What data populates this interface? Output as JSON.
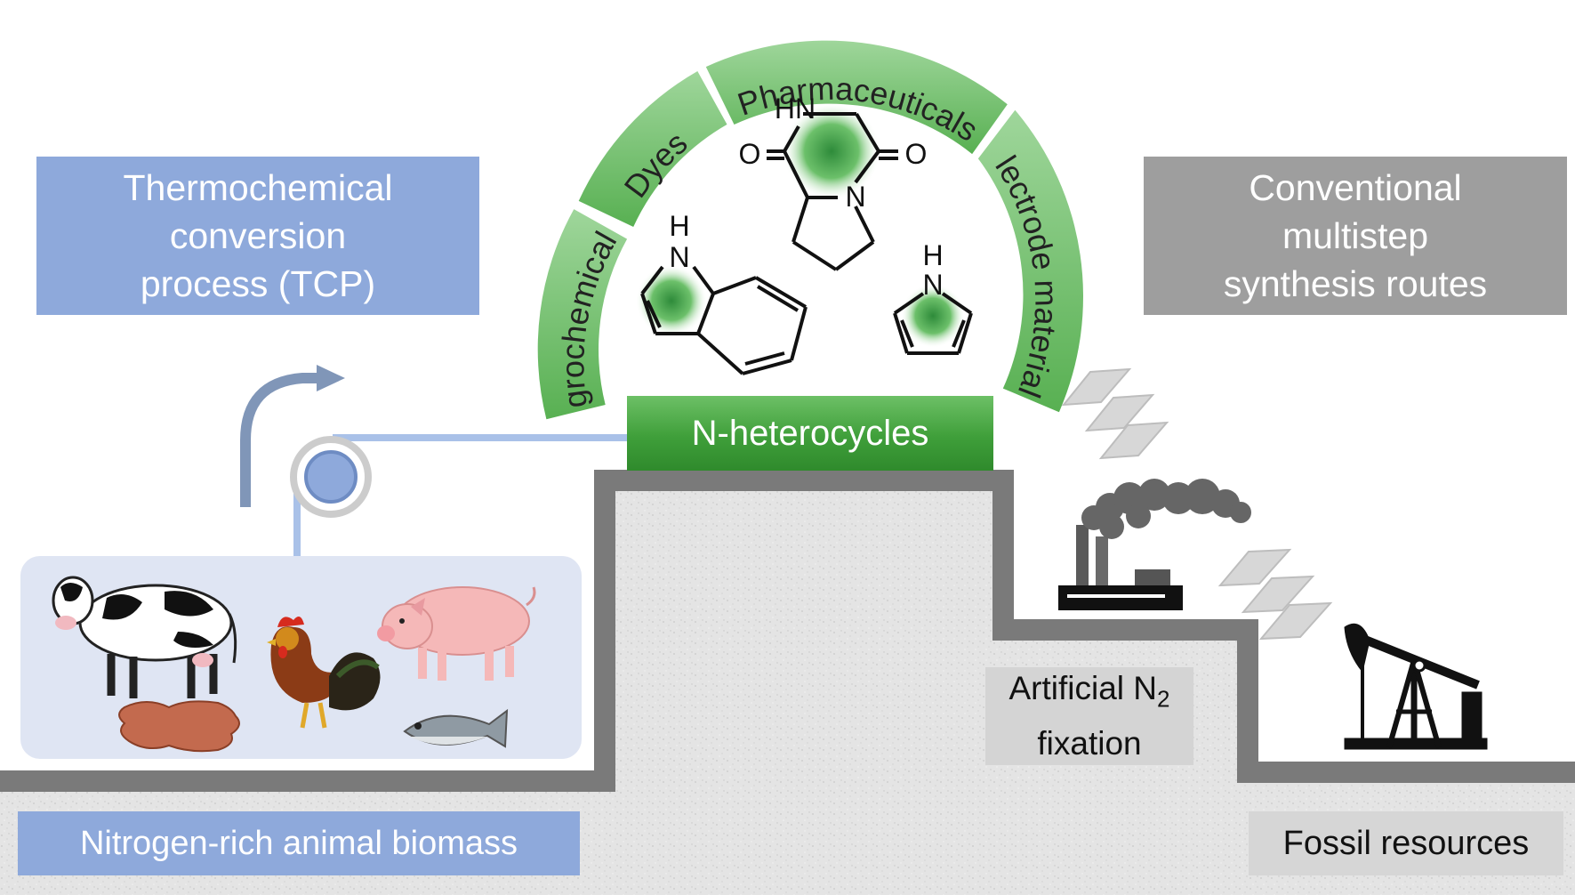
{
  "labels": {
    "tcp": [
      "Thermochemical",
      "conversion",
      "process (TCP)"
    ],
    "conventional": [
      "Conventional",
      "multistep",
      "synthesis routes"
    ],
    "nitrogen_biomass": "Nitrogen-rich animal biomass",
    "fossil": "Fossil resources",
    "fixation_line1": "Artificial N",
    "fixation_sub": "2",
    "fixation_line2": "fixation",
    "n_heterocycles": "N-heterocycles"
  },
  "applications": [
    "Agrochemicals",
    "Dyes",
    "Pharmaceuticals",
    "Electrode materials"
  ],
  "chem_atoms": {
    "hn": "HN",
    "o_left": "O",
    "o_right": "O",
    "n_ring": "N",
    "h_indole": "H",
    "n_indole": "N",
    "h_pyrrole": "H",
    "n_pyrrole": "N"
  },
  "icons": [
    "cow-icon",
    "hide-leather-icon",
    "rooster-icon",
    "pig-icon",
    "fish-icon",
    "factory-icon",
    "smoke-icon",
    "oil-pumpjack-icon",
    "chevron-arrows-icon",
    "curved-arrow-icon",
    "pulley-icon"
  ],
  "colors": {
    "tcp_blue": "#8ea9db",
    "conventional_gray": "#9e9e9e",
    "green": "#3f9f3a",
    "step_gray": "#7a7a7a",
    "animal_panel": "#dfe5f3"
  }
}
